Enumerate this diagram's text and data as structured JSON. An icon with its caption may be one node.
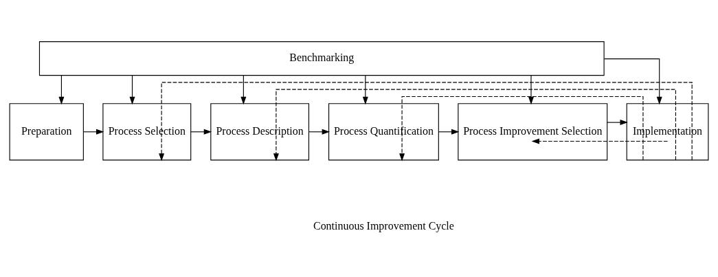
{
  "diagram": {
    "nodes": [
      {
        "text": [
          "Benchmarking"
        ]
      },
      {
        "text": [
          "Preparation"
        ]
      },
      {
        "text": [
          "Process Selection"
        ]
      },
      {
        "text": [
          "Process Description"
        ]
      },
      {
        "text": [
          "Process Quantification"
        ]
      },
      {
        "text": [
          "Process Improvement Selection"
        ]
      },
      {
        "text": [
          "Implementation"
        ]
      }
    ],
    "edges": [
      {
        "from": 0,
        "to": 1,
        "arrow": "to"
      },
      {
        "from": 0,
        "to": 2,
        "arrow": "to"
      },
      {
        "from": 0,
        "to": 3,
        "arrow": "to"
      },
      {
        "from": 0,
        "to": 4,
        "arrow": "to"
      },
      {
        "from": 0,
        "to": 5,
        "arrow": "to"
      },
      {
        "from": 0,
        "to": 6,
        "arrow": "to"
      },
      {
        "from": 1,
        "to": 2,
        "arrow": "to"
      },
      {
        "from": 2,
        "to": 3,
        "arrow": "to"
      },
      {
        "from": 3,
        "to": 4,
        "arrow": "to"
      },
      {
        "from": 4,
        "to": 5,
        "arrow": "to"
      },
      {
        "from": 5,
        "to": 6,
        "arrow": "to"
      },
      {
        "from": 6,
        "to": 2,
        "arrow": "to",
        "style": "dashed"
      },
      {
        "from": 6,
        "to": 3,
        "arrow": "to",
        "style": "dashed"
      },
      {
        "from": 6,
        "to": 4,
        "arrow": "to",
        "style": "dashed"
      },
      {
        "from": 6,
        "to": 5,
        "arrow": "to",
        "style": "dashed"
      }
    ],
    "labels": [
      "Continuous Improvement Cycle"
    ]
  }
}
